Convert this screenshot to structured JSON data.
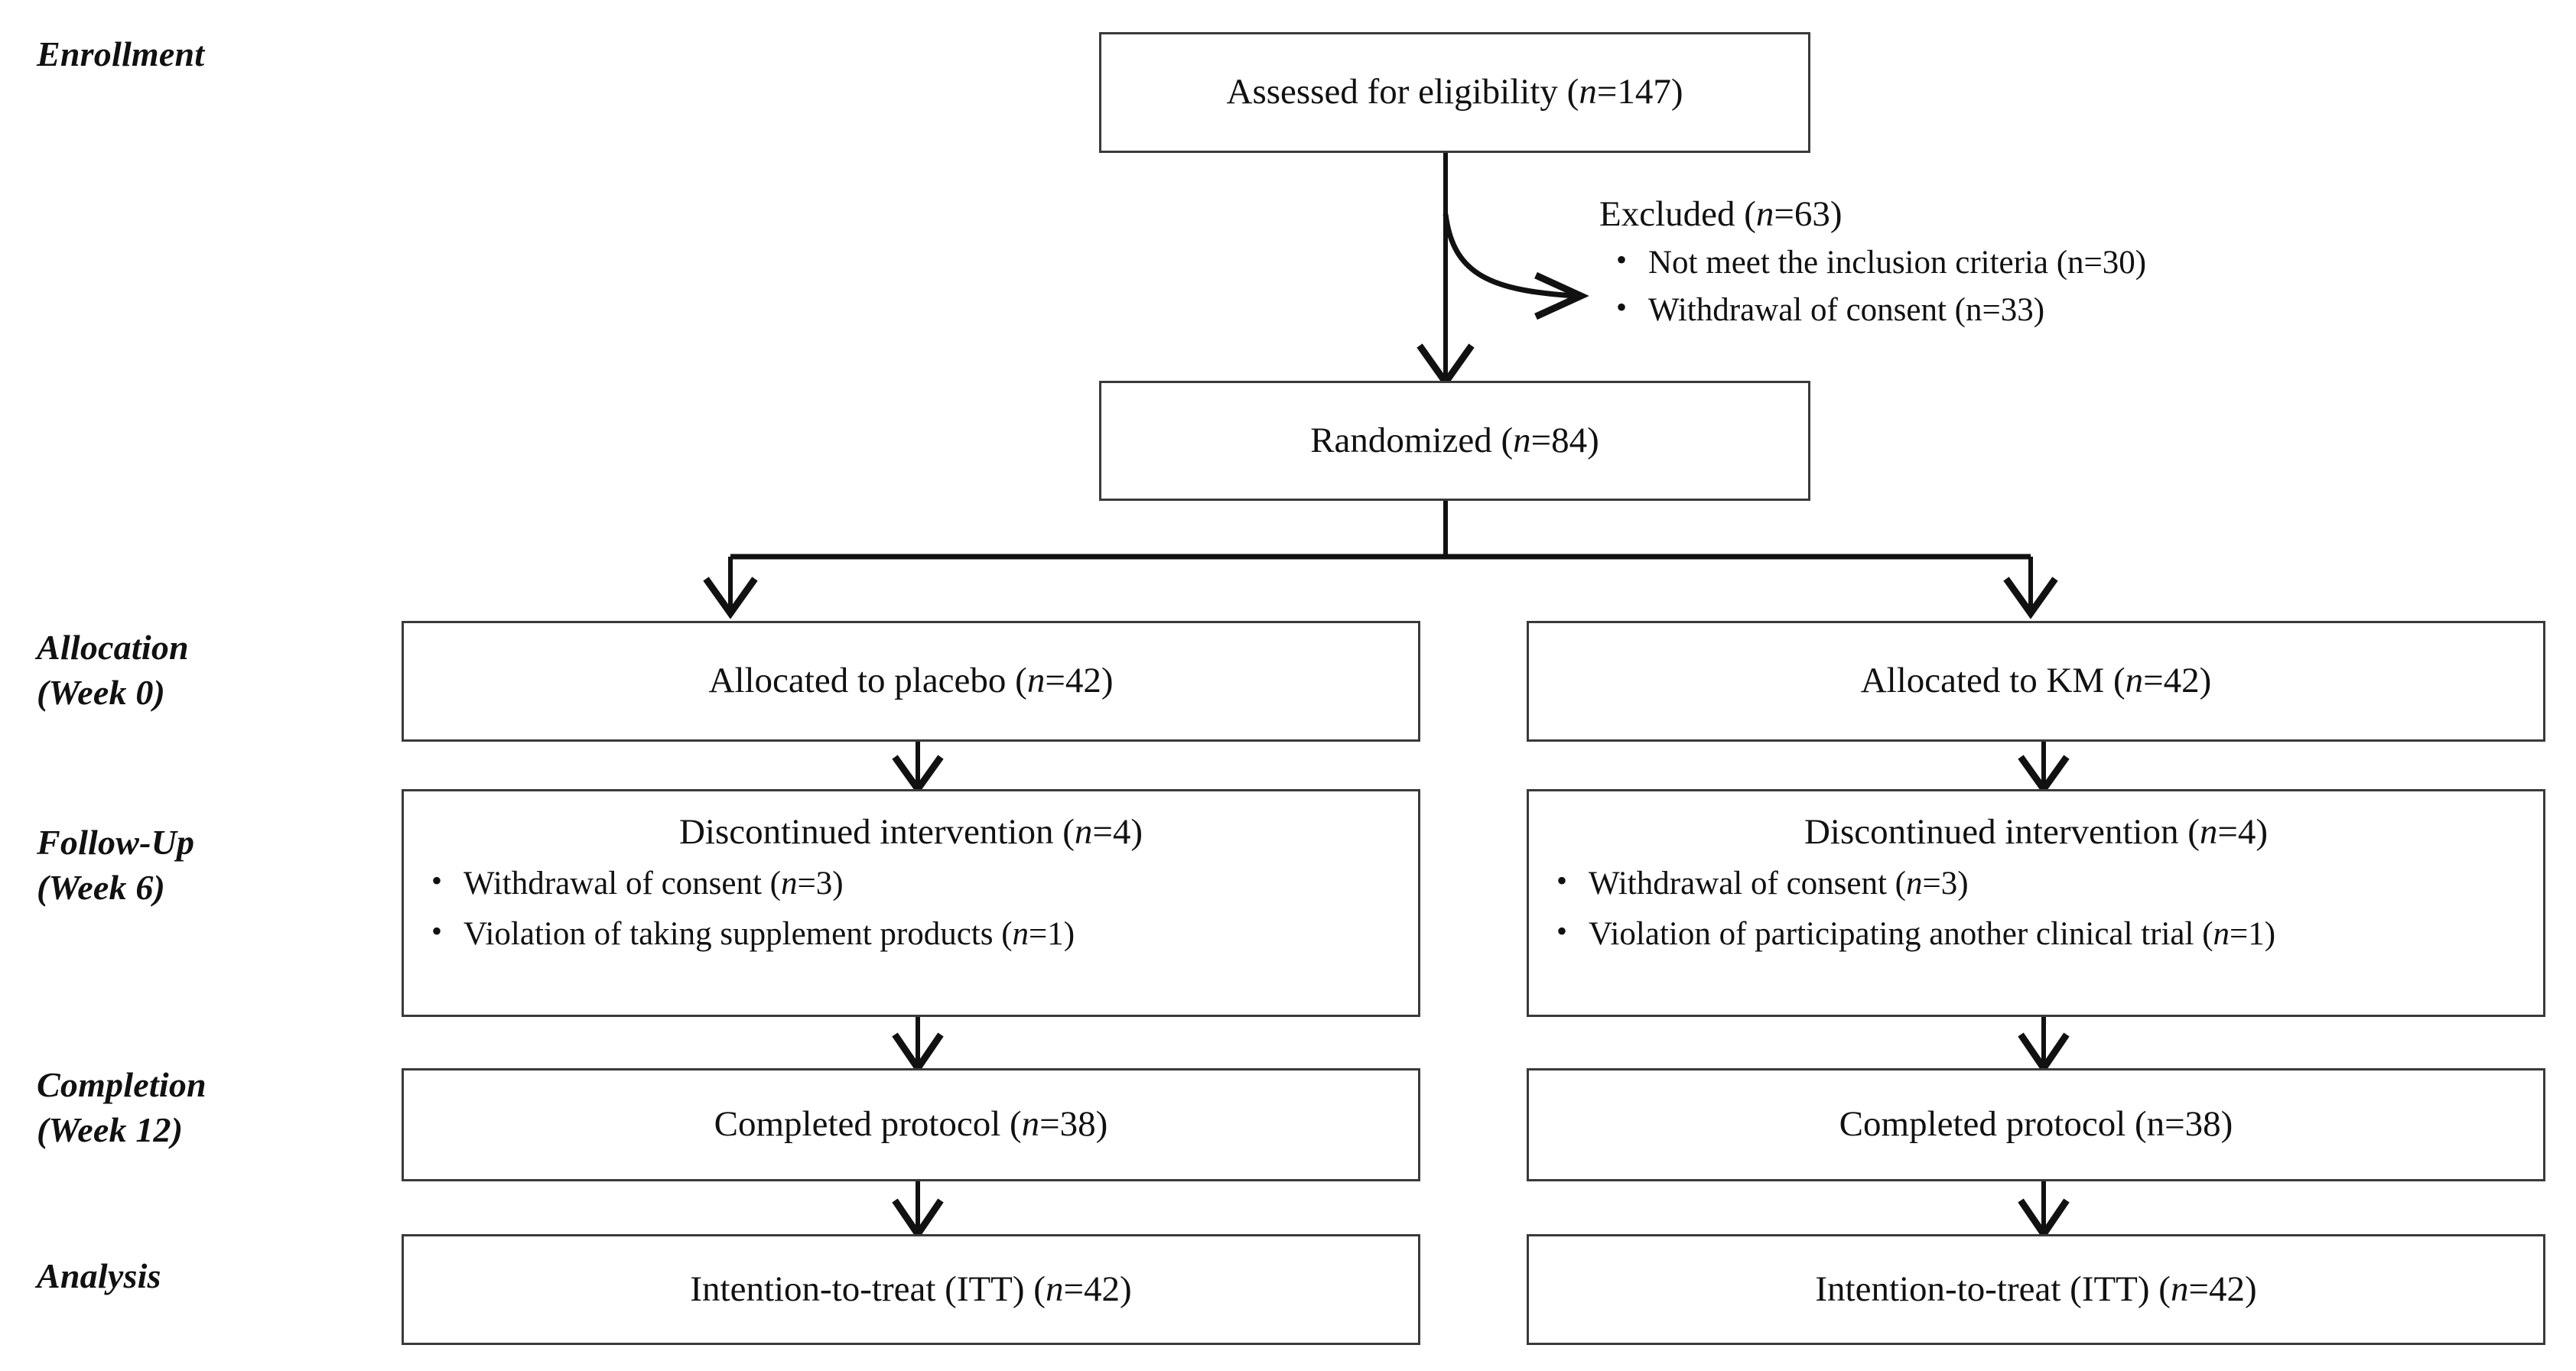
{
  "figure": {
    "type": "CONSORT participant flow diagram",
    "stages": [
      {
        "id": "enrollment",
        "label": "Enrollment"
      },
      {
        "id": "allocation",
        "label": "Allocation\n(Week 0)"
      },
      {
        "id": "followup",
        "label": "Follow-Up\n(Week 6)"
      },
      {
        "id": "completion",
        "label": "Completion\n(Week 12)"
      },
      {
        "id": "analysis",
        "label": "Analysis"
      }
    ],
    "enrollment": {
      "assessed": {
        "text_prefix": "Assessed for eligibility (",
        "n_symbol": "n",
        "text_suffix": "=147)",
        "full_text": "Assessed for eligibility (n=147)",
        "n": 147
      },
      "excluded": {
        "title_prefix": "Excluded  (",
        "n_symbol": "n",
        "title_suffix": "=63)",
        "full_title": "Excluded  (n=63)",
        "n": 63,
        "reasons": [
          {
            "text": "Not meet the inclusion criteria (n=30)",
            "n": 30
          },
          {
            "text": "Withdrawal of consent (n=33)",
            "n": 33
          }
        ]
      },
      "randomized": {
        "text_prefix": "Randomized (",
        "n_symbol": "n",
        "text_suffix": "=84)",
        "full_text": "Randomized (n=84)",
        "n": 84
      }
    },
    "arms": [
      {
        "id": "placebo",
        "allocation": {
          "text_prefix": "Allocated to placebo (",
          "n_symbol": "n",
          "text_suffix": "=42)",
          "full_text": "Allocated to placebo (n=42)",
          "n": 42
        },
        "followup": {
          "title_prefix": "Discontinued intervention (",
          "n_symbol": "n",
          "title_suffix": "=4)",
          "full_title": "Discontinued intervention (n=4)",
          "n": 4,
          "reasons": [
            {
              "prefix": "Withdrawal of consent (",
              "n_symbol": "n",
              "suffix": "=3)",
              "full_text": "Withdrawal of consent (n=3)",
              "n": 3
            },
            {
              "prefix": "Violation of taking supplement products (",
              "n_symbol": "n",
              "suffix": "=1)",
              "full_text": "Violation of taking supplement products (n=1)",
              "n": 1
            }
          ]
        },
        "completion": {
          "text_prefix": "Completed protocol (",
          "n_symbol": "n",
          "text_suffix": "=38)",
          "full_text": "Completed protocol (n=38)",
          "n": 38
        },
        "analysis": {
          "text_prefix": "Intention-to-treat (ITT) (",
          "n_symbol": "n",
          "text_suffix": "=42)",
          "full_text": "Intention-to-treat (ITT) (n=42)",
          "n": 42
        }
      },
      {
        "id": "km",
        "allocation": {
          "text_prefix": "Allocated to KM (",
          "n_symbol": "n",
          "text_suffix": "=42)",
          "full_text": "Allocated to KM (n=42)",
          "n": 42
        },
        "followup": {
          "title_prefix": "Discontinued intervention (",
          "n_symbol": "n",
          "title_suffix": "=4)",
          "full_title": "Discontinued intervention (n=4)",
          "n": 4,
          "reasons": [
            {
              "prefix": "Withdrawal of consent (",
              "n_symbol": "n",
              "suffix": "=3)",
              "full_text": "Withdrawal of consent (n=3)",
              "n": 3
            },
            {
              "prefix": "Violation of participating another clinical trial (",
              "n_symbol": "n",
              "suffix": "=1)",
              "full_text": "Violation of participating another clinical trial (n=1)",
              "n": 1
            }
          ]
        },
        "completion": {
          "text": "Completed protocol (n=38)",
          "full_text": "Completed protocol (n=38)",
          "n": 38
        },
        "analysis": {
          "text_prefix": "Intention-to-treat (ITT) (",
          "n_symbol": "n",
          "text_suffix": "=42)",
          "full_text": "Intention-to-treat (ITT) (n=42)",
          "n": 42
        }
      }
    ],
    "colors": {
      "box_border": "#3a3a3a",
      "connector": "#111111",
      "text": "#111111",
      "background": "#ffffff"
    }
  }
}
